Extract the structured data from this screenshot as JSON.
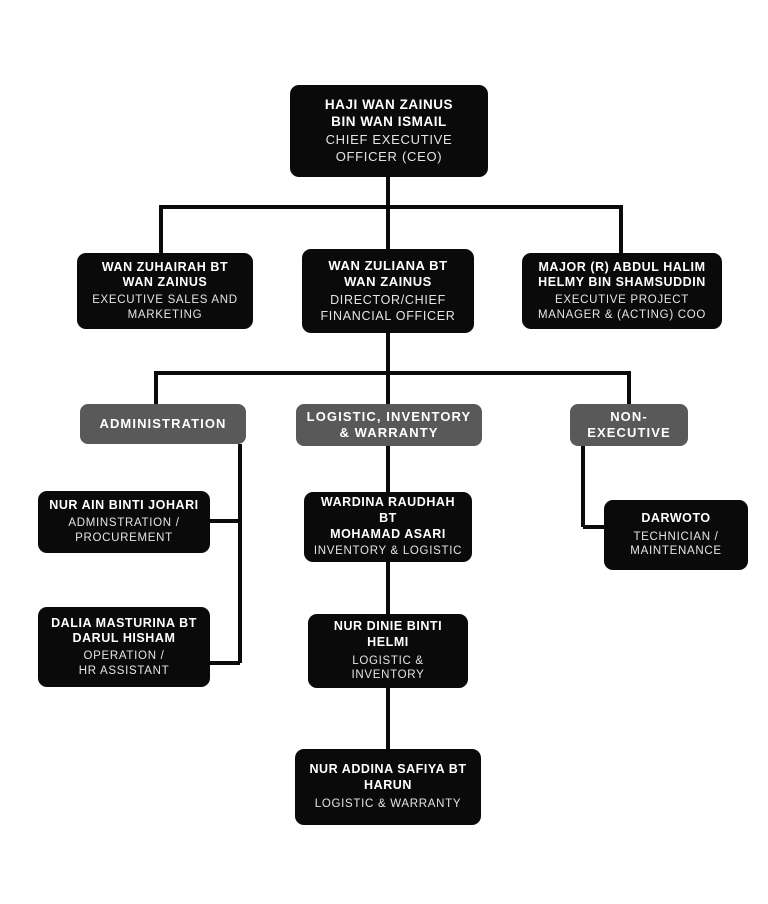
{
  "diagram": {
    "type": "organization-chart",
    "background_color": "#ffffff",
    "node_dark_color": "#0a0a0a",
    "node_gray_color": "#595959",
    "connector_color": "#0a0a0a",
    "text_color": "#ffffff"
  },
  "nodes": {
    "ceo": {
      "name": "HAJI WAN ZAINUS\nBIN WAN ISMAIL",
      "role": "CHIEF EXECUTIVE\nOFFICER (CEO)"
    },
    "sales": {
      "name": "WAN ZUHAIRAH BT\nWAN ZAINUS",
      "role": "EXECUTIVE SALES AND\nMARKETING"
    },
    "cfo": {
      "name": "WAN ZULIANA BT\nWAN ZAINUS",
      "role": "DIRECTOR/CHIEF\nFINANCIAL OFFICER"
    },
    "coo": {
      "name": "MAJOR (R) ABDUL HALIM\nHELMY BIN SHAMSUDDIN",
      "role": "EXECUTIVE PROJECT\nMANAGER & (ACTING) COO"
    },
    "admin_dept": {
      "title": "ADMINISTRATION"
    },
    "logistic_dept": {
      "title": "LOGISTIC, INVENTORY\n& WARRANTY"
    },
    "nonexec_dept": {
      "title": "NON-\nEXECUTIVE"
    },
    "nurain": {
      "name": "NUR AIN BINTI JOHARI",
      "role": "ADMINSTRATION /\nPROCUREMENT"
    },
    "dalia": {
      "name": "DALIA MASTURINA BT\nDARUL HISHAM",
      "role": "OPERATION /\nHR ASSISTANT"
    },
    "wardina": {
      "name": "WARDINA RAUDHAH BT\nMOHAMAD ASARI",
      "role": "INVENTORY & LOGISTIC"
    },
    "nurdinie": {
      "name": "NUR DINIE BINTI\nHELMI",
      "role": "LOGISTIC & INVENTORY"
    },
    "nuraddina": {
      "name": "NUR ADDINA SAFIYA BT\nHARUN",
      "role": "LOGISTIC & WARRANTY"
    },
    "darwoto": {
      "name": "DARWOTO",
      "role": "TECHNICIAN /\nMAINTENANCE"
    }
  }
}
